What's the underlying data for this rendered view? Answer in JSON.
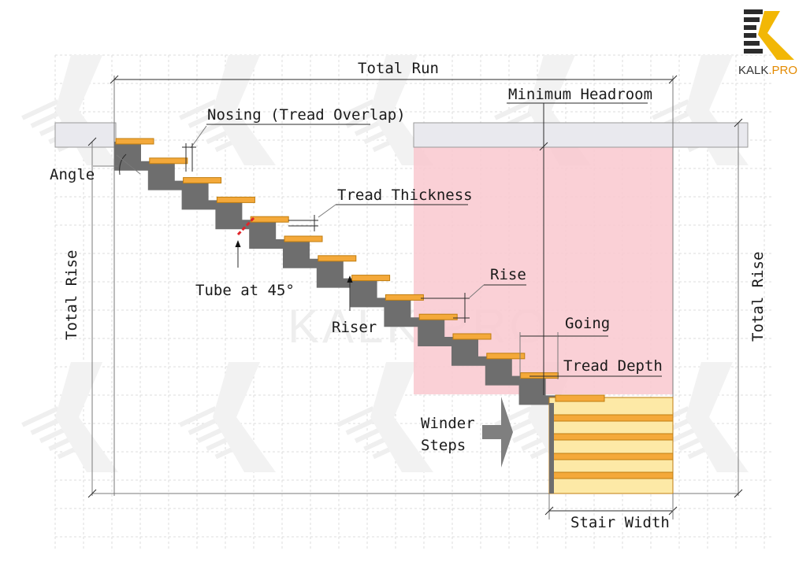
{
  "labels": {
    "total_run": "Total Run",
    "minimum_headroom": "Minimum Headroom",
    "nosing": "Nosing (Tread Overlap)",
    "angle": "Angle",
    "tread_thickness": "Tread Thickness",
    "tube": "Tube at 45°",
    "riser": "Riser",
    "rise": "Rise",
    "going": "Going",
    "tread_depth": "Tread Depth",
    "winder_line1": "Winder",
    "winder_line2": "Steps",
    "total_rise_left": "Total Rise",
    "total_rise_right": "Total Rise",
    "stair_width": "Stair Width"
  },
  "watermark": {
    "text": "KALK.PRO"
  },
  "logo": {
    "brand": "KALK",
    "suffix": ".PRO",
    "accent": "#e38a00"
  },
  "colors": {
    "tread": "#f4a93a",
    "tread_edge": "#c07d10",
    "stringer": "#6e6e6e",
    "headroom_zone": "#f9c8cf",
    "winder_fill": "#fde9a6",
    "tube": "#e0242a",
    "ceiling": "#e9e9ee"
  }
}
